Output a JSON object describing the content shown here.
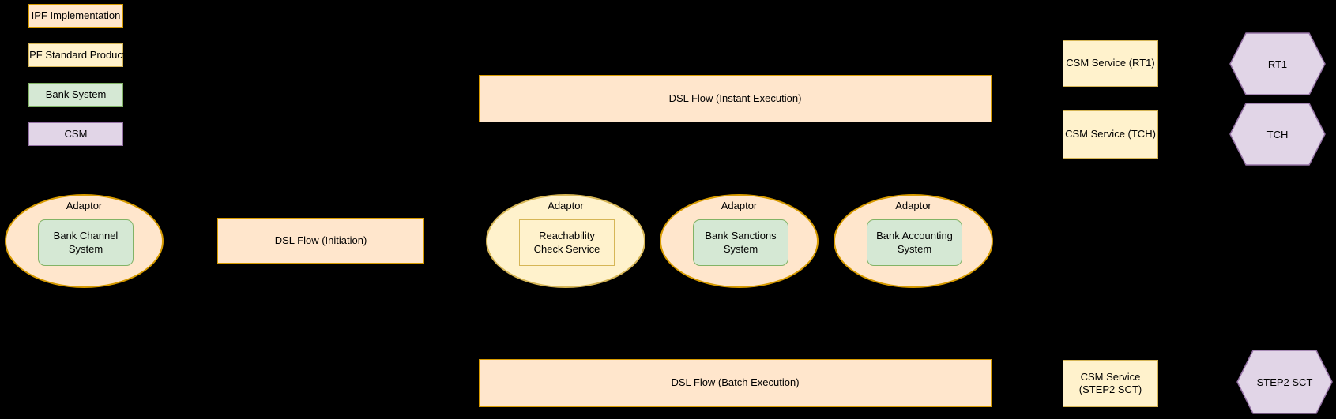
{
  "diagram": {
    "background_color": "#000000",
    "text_color": "#000000",
    "palette": {
      "ipf_implementation": {
        "fill": "#FFE6CC",
        "stroke": "#D79B00"
      },
      "ipf_standard_product": {
        "fill": "#FFF2CC",
        "stroke": "#D6B656"
      },
      "bank_system": {
        "fill": "#D5E8D4",
        "stroke": "#82B366"
      },
      "csm": {
        "fill": "#E1D5E7",
        "stroke": "#9673A6"
      }
    },
    "legend": [
      {
        "label": "IPF Implementation"
      },
      {
        "label": "IPF Standard Product"
      },
      {
        "label": "Bank System"
      },
      {
        "label": "CSM"
      }
    ],
    "flows": {
      "instant": "DSL Flow (Instant Execution)",
      "initiation": "DSL Flow (Initiation)",
      "batch": "DSL Flow (Batch Execution)"
    },
    "adaptors": [
      {
        "label": "Adaptor",
        "system": "Bank Channel System"
      },
      {
        "label": "Adaptor",
        "system": "Reachability Check Service"
      },
      {
        "label": "Adaptor",
        "system": "Bank Sanctions System"
      },
      {
        "label": "Adaptor",
        "system": "Bank Accounting System"
      }
    ],
    "csm_services": [
      {
        "label": "CSM Service (RT1)"
      },
      {
        "label": "CSM Service (TCH)"
      },
      {
        "label": "CSM Service (STEP2 SCT)"
      }
    ],
    "schemes": [
      {
        "label": "RT1"
      },
      {
        "label": "TCH"
      },
      {
        "label": "STEP2 SCT"
      }
    ]
  }
}
